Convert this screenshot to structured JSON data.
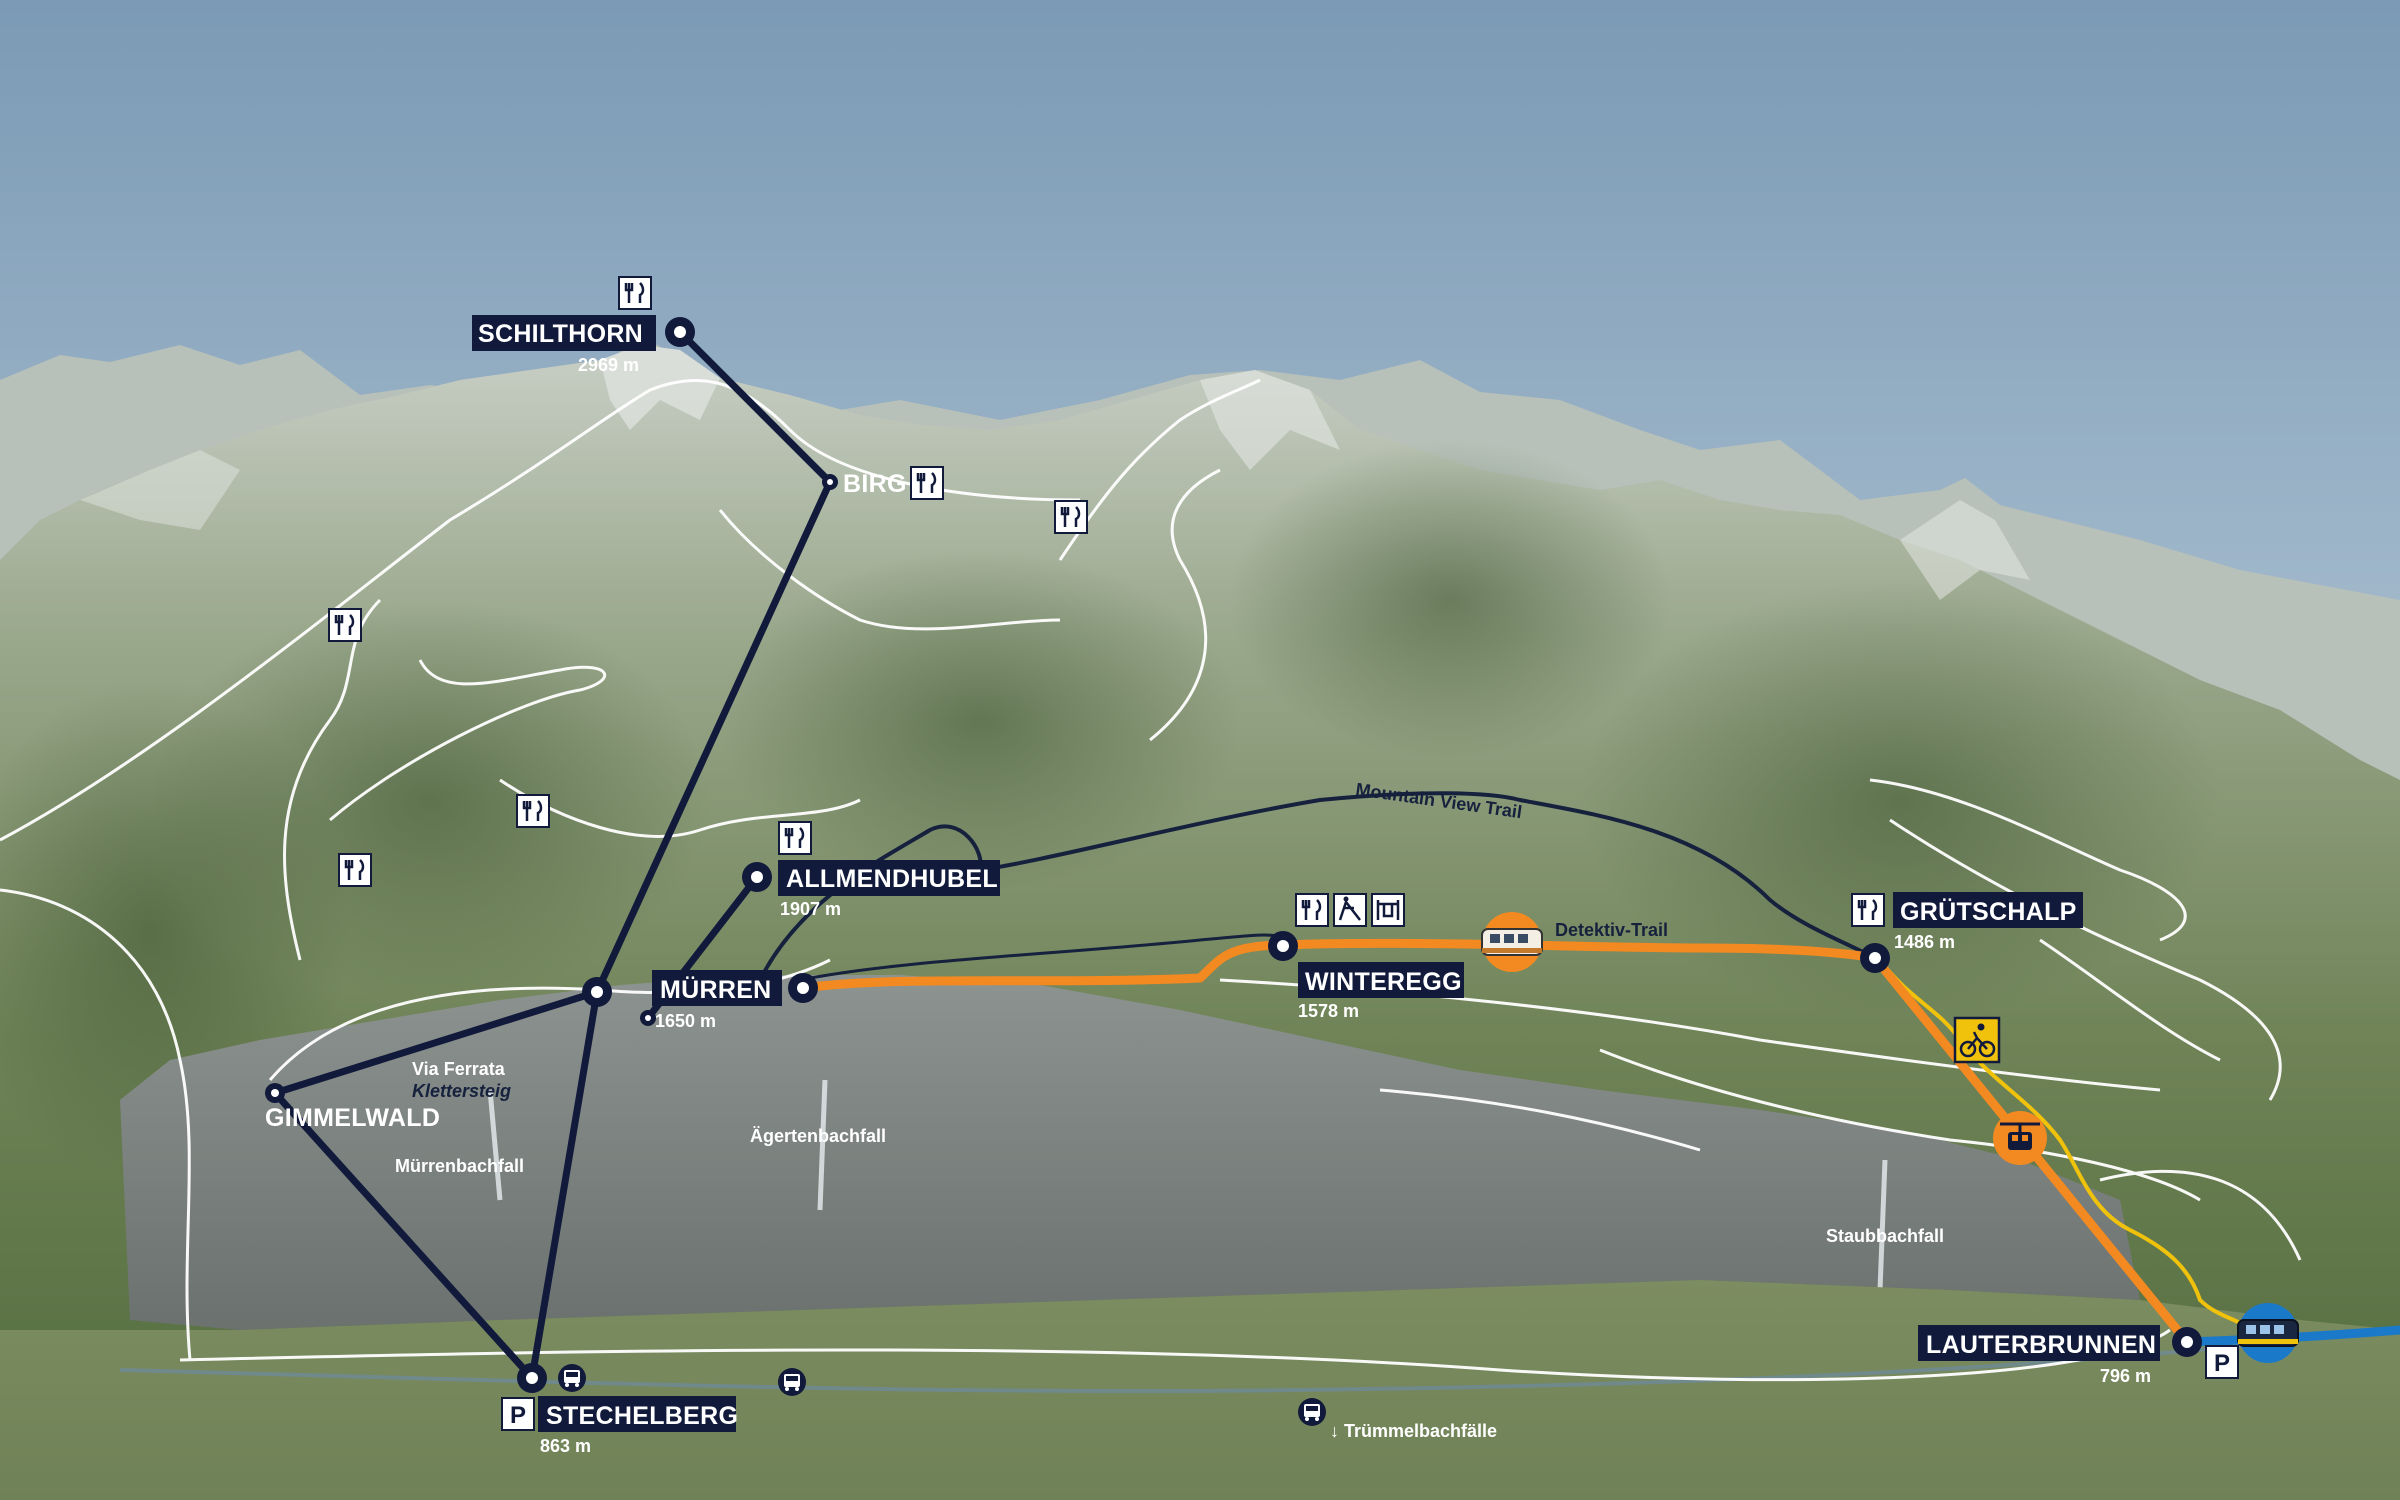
{
  "stations": [
    {
      "id": "schilthorn",
      "name": "SCHILTHORN",
      "altitude": "2969 m"
    },
    {
      "id": "birg",
      "name": "BIRG",
      "altitude": ""
    },
    {
      "id": "allmendhubel",
      "name": "ALLMENDHUBEL",
      "altitude": "1907 m"
    },
    {
      "id": "muerren",
      "name": "MÜRREN",
      "altitude": "1650 m"
    },
    {
      "id": "winteregg",
      "name": "WINTEREGG",
      "altitude": "1578 m"
    },
    {
      "id": "gruetschalp",
      "name": "GRÜTSCHALP",
      "altitude": "1486 m"
    },
    {
      "id": "gimmelwald",
      "name": "GIMMELWALD",
      "altitude": ""
    },
    {
      "id": "stechelberg",
      "name": "STECHELBERG",
      "altitude": "863 m"
    },
    {
      "id": "lauterbrunnen",
      "name": "LAUTERBRUNNEN",
      "altitude": "796 m"
    }
  ],
  "features": {
    "via_ferrata": "Via Ferrata",
    "klettersteig": "Klettersteig",
    "muerrenbachfall": "Mürrenbachfall",
    "aegertenbachfall": "Ägertenbachfall",
    "staubbachfall": "Staubbachfall",
    "truemmelbachfaelle": "↓ Trümmelbachfälle"
  },
  "trails": {
    "mountain_view": "Mountain View Trail",
    "detektiv": "Detektiv-Trail"
  },
  "icons": [
    "restaurant-icon",
    "playground-icon",
    "rope-park-icon",
    "parking-icon",
    "bus-icon",
    "train-icon",
    "gondola-icon",
    "mountain-bike-icon"
  ],
  "colors": {
    "cableway": "#111a3b",
    "railway": "#f28a21",
    "trail": "#ffffff",
    "bike_trail": "#f0c20c",
    "label_bg": "#111a3b",
    "train_end": "#1b79c9"
  }
}
